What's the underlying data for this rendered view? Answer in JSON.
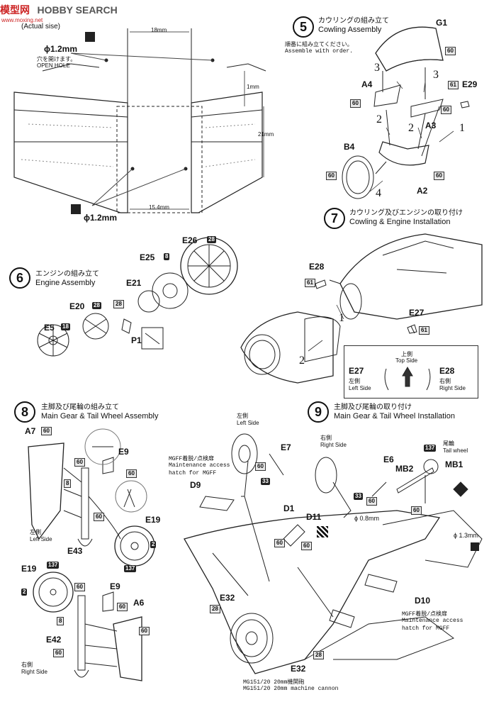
{
  "watermark": {
    "brand_cn": "模型网",
    "brand_en": "HOBBY SEARCH",
    "url": "www.moxing.net"
  },
  "top_left": {
    "actual_size": "(Actual sise)",
    "hole1": {
      "size": "ϕ1.2mm",
      "jp": "穴を開けます。",
      "en": "OPEN HOLE"
    },
    "hole2": {
      "size": "ϕ1.2mm"
    },
    "dims": {
      "d18": "18mm",
      "d1": "1mm",
      "d21": "21mm",
      "d154": "15.4mm"
    }
  },
  "step5": {
    "num": "5",
    "title_jp": "カウリングの組み立て",
    "title_en": "Cowling Assembly",
    "note_jp": "順番に組み立てください。",
    "note_en": "Assemble with order.",
    "parts": [
      "G1",
      "A4",
      "A3",
      "B4",
      "A2",
      "E29"
    ],
    "paints": [
      "60",
      "60",
      "60",
      "61",
      "60",
      "60"
    ],
    "order": [
      "3",
      "3",
      "2",
      "2",
      "1",
      "4"
    ]
  },
  "step6": {
    "num": "6",
    "title_jp": "エンジンの組み立て",
    "title_en": "Engine Assembly",
    "parts": [
      "E26",
      "E25",
      "E21",
      "E20",
      "E5",
      "P1"
    ],
    "paints": [
      "28",
      "8",
      "28",
      "28",
      "18"
    ]
  },
  "step7": {
    "num": "7",
    "title_jp": "カウリング及びエンジンの取り付け",
    "title_en": "Cowling & Engine Installation",
    "parts": [
      "E28",
      "E27"
    ],
    "paints": [
      "61",
      "61"
    ],
    "order": [
      "1",
      "2"
    ],
    "legend": {
      "top_jp": "上側",
      "top_en": "Top Side",
      "left_code": "E27",
      "left_jp": "左側",
      "left_en": "Left Side",
      "right_code": "E28",
      "right_jp": "右側",
      "right_en": "Right Side"
    }
  },
  "step8": {
    "num": "8",
    "title_jp": "主脚及び尾輪の組み立て",
    "title_en": "Main Gear & Tail Wheel Assembly",
    "left_side_jp": "左側",
    "left_side_en": "Left Side",
    "right_side_jp": "右側",
    "right_side_en": "Right Side",
    "parts": [
      "A7",
      "E9",
      "E19",
      "E43",
      "E19",
      "E9",
      "A6",
      "E42"
    ],
    "paints": [
      "60",
      "60",
      "60",
      "8",
      "60",
      "2",
      "137",
      "137",
      "2",
      "60",
      "60",
      "8",
      "60",
      "60"
    ]
  },
  "step9": {
    "num": "9",
    "title_jp": "主脚及び尾輪の取り付け",
    "title_en": "Main Gear & Tail Wheel Installation",
    "left_side_jp": "左側",
    "left_side_en": "Left Side",
    "right_side_jp": "右側",
    "right_side_en": "Right Side",
    "tail_jp": "尾輪",
    "tail_en": "Tail wheel",
    "hatch_jp": "MGFF着脱/点検扉",
    "hatch_en1": "Maintenance access",
    "hatch_en2": "hatch for MGFF",
    "hatch2_jp": "MGFF着脱/点検扉",
    "hatch2_en1": "Maintenance access",
    "hatch2_en2": "hatch for MGFF",
    "cannon_jp": "MG151/20 20mm機関砲",
    "cannon_en": "MG151/20 20mm machine cannon",
    "parts": [
      "E7",
      "D9",
      "D1",
      "D11",
      "E32",
      "E32",
      "D10",
      "E6",
      "MB2",
      "MB1"
    ],
    "paints": [
      "60",
      "33",
      "60",
      "60",
      "28",
      "28",
      "33",
      "60",
      "137",
      "60"
    ],
    "holes": [
      "ϕ 0.8mm",
      "ϕ 1.3mm"
    ]
  }
}
